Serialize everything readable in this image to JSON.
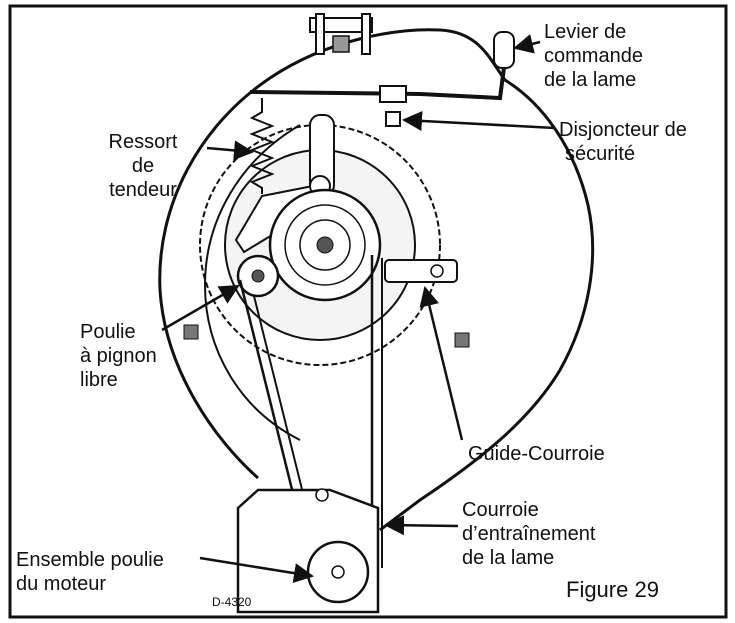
{
  "labels": {
    "blade_lever": [
      "Levier de",
      "commande",
      "de la lame"
    ],
    "safety_switch": [
      "Disjoncteur de",
      "sécurité"
    ],
    "tension_spring": [
      "Ressort",
      "de",
      "tendeur"
    ],
    "idler_pulley": [
      "Poulie",
      "à pignon",
      "libre"
    ],
    "belt_guide": "Guide-Courroie",
    "drive_belt": [
      "Courroie",
      "d’entraînement",
      "de la lame"
    ],
    "motor_pulley": [
      "Ensemble poulie",
      "du moteur"
    ],
    "drawing_number": "D-4320",
    "figure": "Figure 29"
  },
  "colors": {
    "ink": "#111111",
    "paper": "#ffffff",
    "fill": "#f4f4f4"
  }
}
